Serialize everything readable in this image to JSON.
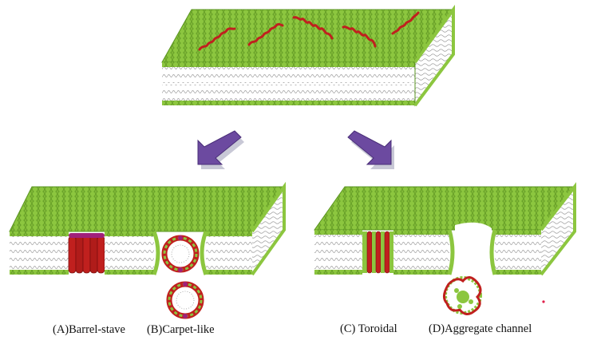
{
  "labels": {
    "barrel_stave": "(A)Barrel-stave",
    "carpet_like": "(B)Carpet-like",
    "toroidal": "(C) Toroidal",
    "aggregate_channel": "(D)Aggregate channel"
  },
  "colors": {
    "head_green": "#8cc63f",
    "head_dark": "#4f8a1c",
    "peptide_red": "#c0201e",
    "peptide_dark": "#7d0e0e",
    "peptide_purple": "#a0207a",
    "arrow_fill": "#6c4aa0",
    "arrow_shadow": "#c8c8d6",
    "tail_gray": "#9a9a9a",
    "core_white": "#ffffff"
  }
}
